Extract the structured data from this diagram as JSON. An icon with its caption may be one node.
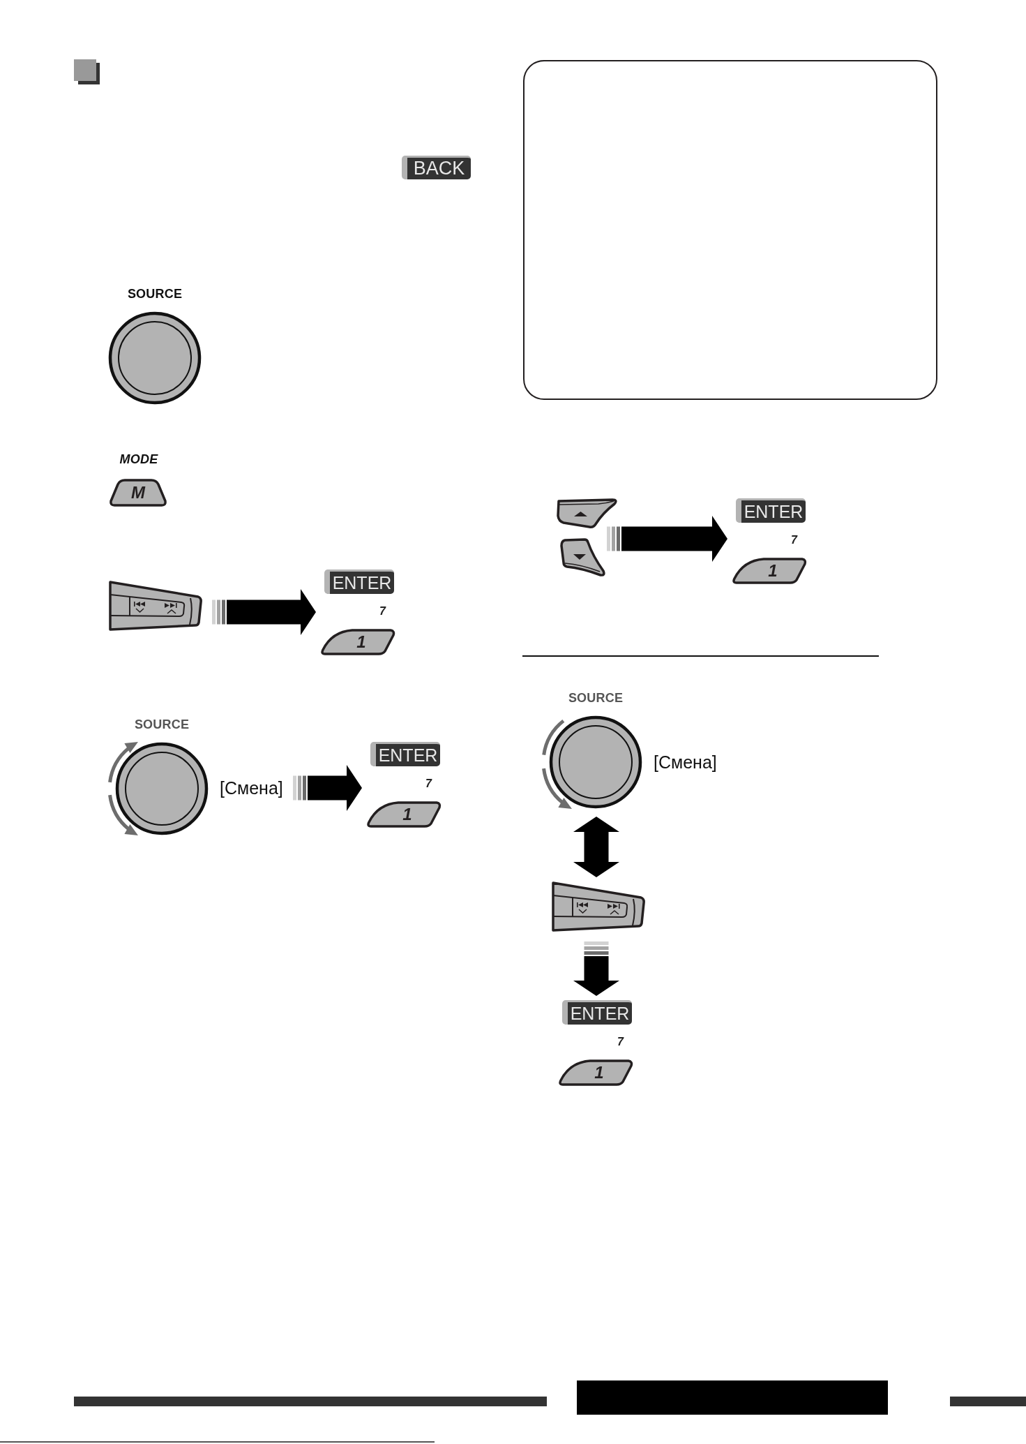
{
  "diagram": {
    "nodes": [
      {
        "text": [
          "BACK"
        ]
      },
      {
        "text": [
          "SOURCE"
        ]
      },
      {
        "text": [
          "MODE",
          "M"
        ]
      },
      {
        "text": [],
        "shape": "picture"
      },
      {
        "text": [
          "ENTER",
          "7",
          "1"
        ]
      },
      {
        "text": [
          "SOURCE"
        ],
        "beside": [
          "[Смена]"
        ]
      },
      {
        "text": [
          "ENTER",
          "7",
          "1"
        ]
      },
      {
        "text": [],
        "shape": "box"
      },
      {
        "text": [],
        "shape": "picture"
      },
      {
        "text": [],
        "shape": "picture"
      },
      {
        "text": [
          "ENTER",
          "7",
          "1"
        ]
      },
      {
        "text": [
          "SOURCE"
        ],
        "beside": [
          "[Смена]"
        ]
      },
      {
        "text": [],
        "shape": "picture"
      },
      {
        "text": [
          "ENTER",
          "7",
          "1"
        ]
      }
    ],
    "edges": [
      {
        "from": 3,
        "to": 4,
        "arrow": "to",
        "style": "thick"
      },
      {
        "from": 8,
        "to": 10,
        "arrow": "to",
        "style": "thick"
      },
      {
        "from": 9,
        "to": 10,
        "arrow": "to",
        "style": "thick"
      },
      {
        "from": 5,
        "to": 6,
        "arrow": "to",
        "style": "thick"
      },
      {
        "from": 11,
        "to": 12,
        "arrow": "both",
        "style": "thick"
      },
      {
        "from": 12,
        "to": 13,
        "arrow": "to",
        "style": "thick"
      }
    ]
  }
}
